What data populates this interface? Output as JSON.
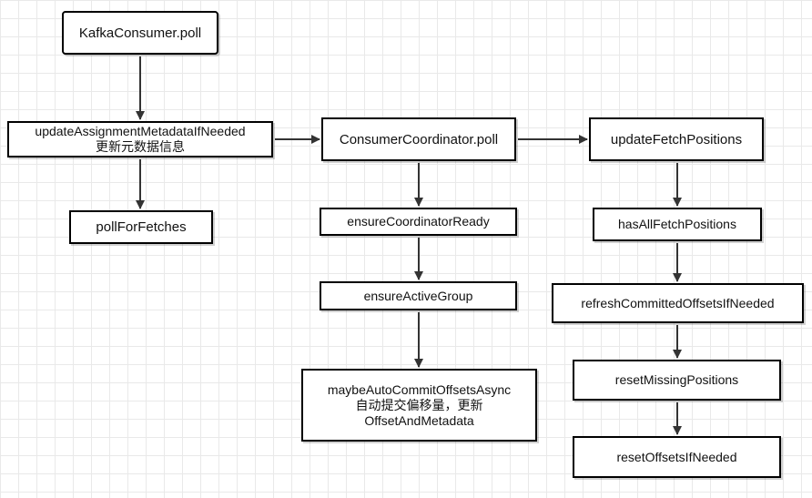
{
  "nodes": {
    "kafka_consumer_poll": "KafkaConsumer.poll",
    "update_assignment": {
      "line1": "updateAssignmentMetadataIfNeeded",
      "line2": "更新元数据信息"
    },
    "poll_for_fetches": "pollForFetches",
    "consumer_coordinator_poll": "ConsumerCoordinator.poll",
    "ensure_coordinator_ready": "ensureCoordinatorReady",
    "ensure_active_group": "ensureActiveGroup",
    "maybe_auto_commit": {
      "line1": "maybeAutoCommitOffsetsAsync",
      "line2": "自动提交偏移量，更新",
      "line3": "OffsetAndMetadata"
    },
    "update_fetch_positions": "updateFetchPositions",
    "has_all_fetch_positions": "hasAllFetchPositions",
    "refresh_committed_offsets": "refreshCommittedOffsetsIfNeeded",
    "reset_missing_positions": "resetMissingPositions",
    "reset_offsets_if_needed": "resetOffsetsIfNeeded"
  },
  "edges": [
    {
      "from": "kafka_consumer_poll",
      "to": "update_assignment"
    },
    {
      "from": "update_assignment",
      "to": "poll_for_fetches"
    },
    {
      "from": "update_assignment",
      "to": "consumer_coordinator_poll"
    },
    {
      "from": "consumer_coordinator_poll",
      "to": "ensure_coordinator_ready"
    },
    {
      "from": "ensure_coordinator_ready",
      "to": "ensure_active_group"
    },
    {
      "from": "ensure_active_group",
      "to": "maybe_auto_commit"
    },
    {
      "from": "consumer_coordinator_poll",
      "to": "update_fetch_positions"
    },
    {
      "from": "update_fetch_positions",
      "to": "has_all_fetch_positions"
    },
    {
      "from": "has_all_fetch_positions",
      "to": "refresh_committed_offsets"
    },
    {
      "from": "refresh_committed_offsets",
      "to": "reset_missing_positions"
    },
    {
      "from": "reset_missing_positions",
      "to": "reset_offsets_if_needed"
    }
  ],
  "colors": {
    "background": "#ffffff",
    "grid": "#e9e9e9",
    "stroke": "#000000",
    "edge": "#333333"
  }
}
